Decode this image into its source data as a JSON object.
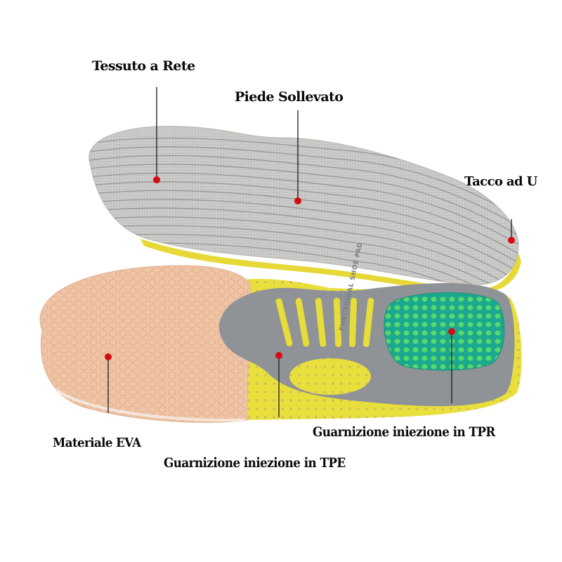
{
  "diagram": {
    "subject": "orthopedic insole pair (top view + bottom view)",
    "colors": {
      "background": "#ffffff",
      "mesh_gray": "#c9c9c7",
      "stripe_gray": "#8f8f8f",
      "foam_yellow": "#e8de3a",
      "shell_gray": "#8e9196",
      "eva_peach": "#efc6a8",
      "gel_teal": "#1fb59a",
      "gel_green": "#56d06a",
      "marker_red": "#d40c12",
      "leader_line": "#1a1a1a",
      "label_text": "#0a0a0a"
    },
    "brand_print": "FUNCTIONAL SHOE PAD"
  },
  "callouts": [
    {
      "id": "mesh",
      "label": "Tessuto a Rete",
      "marker": [
        223,
        256
      ],
      "line_from": [
        223,
        124
      ]
    },
    {
      "id": "raised",
      "label": "Piede Sollevato",
      "marker": [
        424,
        286
      ],
      "line_from": [
        424,
        157
      ]
    },
    {
      "id": "heel",
      "label": "Tacco ad U",
      "marker": [
        728,
        342
      ],
      "line_from": [
        728,
        312
      ]
    },
    {
      "id": "eva",
      "label": "Materiale EVA",
      "marker": [
        154,
        508
      ],
      "line_from": [
        154,
        588
      ]
    },
    {
      "id": "tpe",
      "label": "Guarnizione iniezione in TPE",
      "marker": [
        397,
        506
      ],
      "line_from": [
        397,
        594
      ]
    },
    {
      "id": "tpr",
      "label": "Guarnizione iniezione in TPR",
      "marker": [
        643,
        472
      ],
      "line_from": [
        643,
        574
      ]
    }
  ]
}
